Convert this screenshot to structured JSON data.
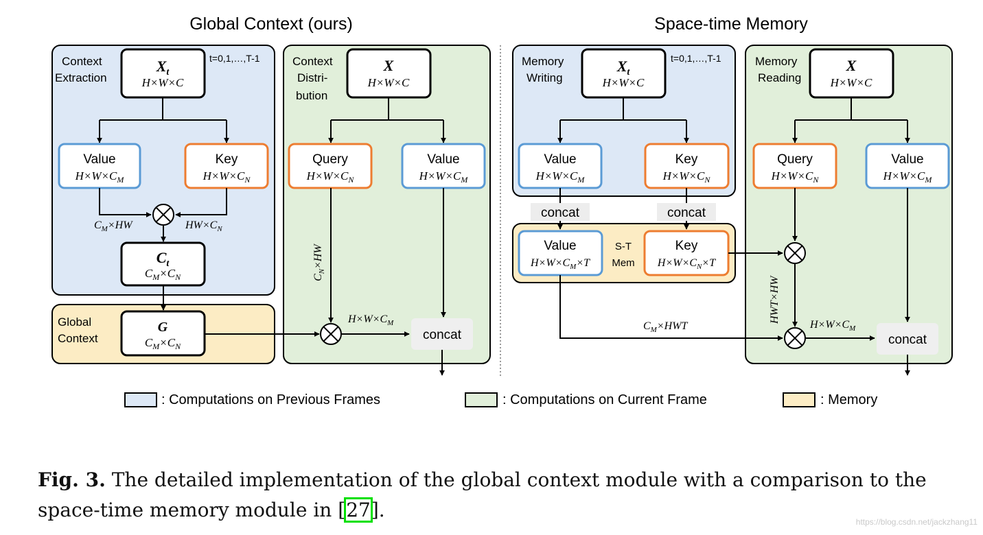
{
  "titles": {
    "left": "Global Context (ours)",
    "right": "Space-time Memory"
  },
  "colors": {
    "blue_fill": "#dde8f6",
    "green_fill": "#e1efda",
    "yellow_fill": "#fcecc4",
    "blue_border": "#5b9bd5",
    "orange_border": "#ed7d31",
    "concat_fill": "#efefef"
  },
  "left": {
    "extraction": {
      "label1": "Context",
      "label2": "Extraction",
      "t_range": "t=0,1,…,T-1"
    },
    "xt": {
      "name": "X",
      "sub": "t",
      "dims": "H×W×C"
    },
    "value": {
      "label": "Value",
      "dims": "H×W×C",
      "sub": "M"
    },
    "key": {
      "label": "Key",
      "dims": "H×W×C",
      "sub": "N"
    },
    "cm_hw": {
      "a": "C",
      "sub": "M",
      "b": "×HW"
    },
    "hw_cn": {
      "a": "HW×C",
      "sub": "N"
    },
    "ct": {
      "name": "C",
      "sub": "t",
      "dims_a": "C",
      "dims_sub1": "M",
      "dims_b": "×C",
      "dims_sub2": "N"
    },
    "global": {
      "label1": "Global",
      "label2": "Context",
      "name": "G",
      "dims_a": "C",
      "dims_sub1": "M",
      "dims_b": "×C",
      "dims_sub2": "N"
    },
    "distribution": {
      "label1": "Context",
      "label2": "Distri-",
      "label3": "bution"
    },
    "x": {
      "name": "X",
      "dims": "H×W×C"
    },
    "query": {
      "label": "Query",
      "dims": "H×W×C",
      "sub": "N"
    },
    "value2": {
      "label": "Value",
      "dims": "H×W×C",
      "sub": "M"
    },
    "cn_hw": {
      "a": "C",
      "sub": "N",
      "b": "×HW"
    },
    "hwcm": {
      "a": "H×W×C",
      "sub": "M"
    },
    "concat": "concat"
  },
  "right": {
    "writing": {
      "label1": "Memory",
      "label2": "Writing",
      "t_range": "t=0,1,…,T-1"
    },
    "xt": {
      "name": "X",
      "sub": "t",
      "dims": "H×W×C"
    },
    "value": {
      "label": "Value",
      "dims": "H×W×C",
      "sub": "M"
    },
    "key": {
      "label": "Key",
      "dims": "H×W×C",
      "sub": "N"
    },
    "concat1": "concat",
    "concat2": "concat",
    "st_mem": {
      "label1": "S-T",
      "label2": "Mem"
    },
    "mem_value": {
      "label": "Value",
      "dims_a": "H×W×C",
      "sub": "M",
      "dims_b": "×T"
    },
    "mem_key": {
      "label": "Key",
      "dims_a": "H×W×C",
      "sub": "N",
      "dims_b": "×T"
    },
    "reading": {
      "label1": "Memory",
      "label2": "Reading"
    },
    "x": {
      "name": "X",
      "dims": "H×W×C"
    },
    "query": {
      "label": "Query",
      "dims": "H×W×C",
      "sub": "N"
    },
    "value2": {
      "label": "Value",
      "dims": "H×W×C",
      "sub": "M"
    },
    "hwt_hw": "HWT×HW",
    "cm_hwt": {
      "a": "C",
      "sub": "M",
      "b": "×HWT"
    },
    "hwcm": {
      "a": "H×W×C",
      "sub": "M"
    },
    "concat": "concat"
  },
  "legend": {
    "prev": ": Computations on Previous Frames",
    "curr": ": Computations on Current Frame",
    "mem": ": Memory"
  },
  "caption": {
    "label": "Fig. 3.",
    "text1": " The detailed implementation of the global context module with a comparison to the space-time memory module in ",
    "cite": "27",
    "text2": "."
  },
  "watermark": "https://blog.csdn.net/jackzhang11"
}
